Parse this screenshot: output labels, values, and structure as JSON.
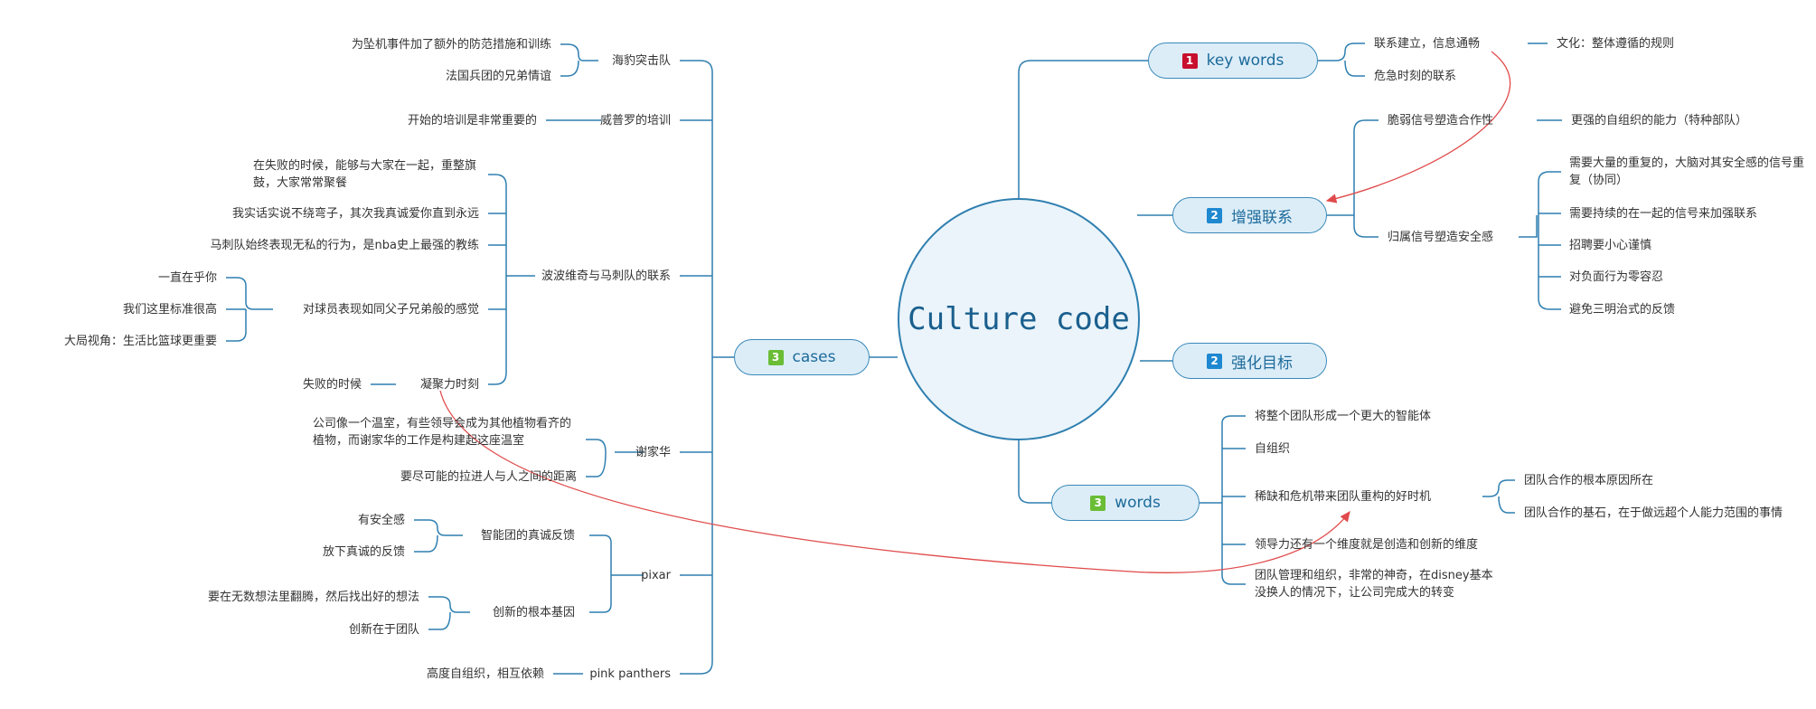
{
  "central": {
    "title": "Culture code"
  },
  "badge_colors": {
    "1": "#c8102e",
    "2": "#1e88d0",
    "3": "#6abd35"
  },
  "branches": {
    "keywords": {
      "num": "1",
      "label": "key words"
    },
    "strengthen": {
      "num": "2",
      "label": "增强联系"
    },
    "target": {
      "num": "2",
      "label": "强化目标"
    },
    "words": {
      "num": "3",
      "label": "words"
    },
    "cases": {
      "num": "3",
      "label": "cases"
    }
  },
  "kw": {
    "a": "联系建立，信息通畅",
    "a1": "文化：整体遵循的规则",
    "b": "危急时刻的联系"
  },
  "st": {
    "weak": "脆弱信号塑造合作性",
    "weak1": "更强的自组织的能力（特种部队）",
    "belong": "归属信号塑造安全感",
    "b1": "需要大量的重复的，大脑对其安全感的信号重复（协同）",
    "b2": "需要持续的在一起的信号来加强联系",
    "b3": "招聘要小心谨慎",
    "b4": "对负面行为零容忍",
    "b5": "避免三明治式的反馈"
  },
  "wd": {
    "w1": "将整个团队形成一个更大的智能体",
    "w2": "自组织",
    "w3": "稀缺和危机带来团队重构的好时机",
    "w3a": "团队合作的根本原因所在",
    "w3b": "团队合作的基石，在于做远超个人能力范围的事情",
    "w4": "领导力还有一个维度就是创造和创新的维度",
    "w5": "团队管理和组织，非常的神奇，在disney基本没换人的情况下，让公司完成大的转变"
  },
  "cs": {
    "seal": "海豹突击队",
    "seal1": "为坠机事件加了额外的防范措施和训练",
    "seal2": "法国兵团的兄弟情谊",
    "will": "威普罗的培训",
    "will1": "开始的培训是非常重要的",
    "popo": "波波维奇与马刺队的联系",
    "p1": "在失败的时候，能够与大家在一起，重整旗鼓，大家常常聚餐",
    "p2": "我实话实说不绕弯子，其次我真诚爱你直到永远",
    "p3": "马刺队始终表现无私的行为，是nba史上最强的教练",
    "p4": "对球员表现如同父子兄弟般的感觉",
    "p4a": "一直在乎你",
    "p4b": "我们这里标准很高",
    "p4c": "大局视角：生活比篮球更重要",
    "p5": "凝聚力时刻",
    "p5a": "失败的时候",
    "xie": "谢家华",
    "x1": "公司像一个温室，有些领导会成为其他植物看齐的植物，而谢家华的工作是构建起这座温室",
    "x2": "要尽可能的拉进人与人之间的距离",
    "pixar": "pixar",
    "px1": "智能团的真诚反馈",
    "px1a": "有安全感",
    "px1b": "放下真诚的反馈",
    "px2": "创新的根本基因",
    "px2a": "要在无数想法里翻腾，然后找出好的想法",
    "px2b": "创新在于团队",
    "pink": "pink panthers",
    "pink1": "高度自组织，相互依赖"
  }
}
